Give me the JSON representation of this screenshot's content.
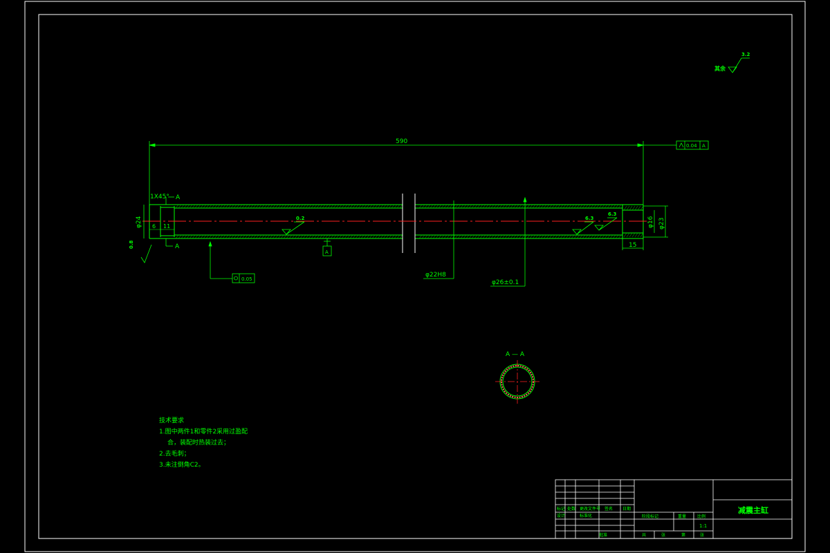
{
  "drawing": {
    "title": "减震主缸",
    "other_roughness_label": "其余",
    "other_roughness_value": "3.2",
    "colors": {
      "line": "#00ff00",
      "frame": "#ffffff",
      "centerline": "#ff2020",
      "background": "#000000"
    }
  },
  "dimensions": {
    "overall_length": "590",
    "chamfer": "1X45°",
    "section_marker_top": "A",
    "section_marker_bottom": "A",
    "left_diameter": "φ24",
    "left_step_6": "6",
    "left_step_11": "11",
    "right_inner_diameter": "φ16",
    "right_outer_diameter": "φ23",
    "right_length": "15",
    "bore_diameter": "φ22H8",
    "outer_diameter": "φ26±0.1",
    "section_title": "A — A"
  },
  "roughness": {
    "bore": "0.2",
    "right_1": "6.3",
    "right_2": "6.3",
    "left_face": "0.8"
  },
  "tolerances": {
    "runout_value": "0.04",
    "runout_datum": "A",
    "cylindricity_value": "0.05",
    "datum_label": "A"
  },
  "technical_requirements": {
    "heading": "技术要求",
    "items": [
      "1.图中两件1和零件2采用过盈配",
      "合，装配时热装过去；",
      "2.去毛刺；",
      "3.未注倒角C2。"
    ]
  },
  "title_block": {
    "row_labels": [
      "标记",
      "处数",
      "更改文件号",
      "签名",
      "日期"
    ],
    "row_labels_2": [
      "设计",
      "标准化"
    ],
    "stage_labels": [
      "阶段标记",
      "重量",
      "比例"
    ],
    "bottom_labels": [
      "共",
      "张",
      "第",
      "张"
    ],
    "approve_label": "批准",
    "scale": "1:1"
  }
}
